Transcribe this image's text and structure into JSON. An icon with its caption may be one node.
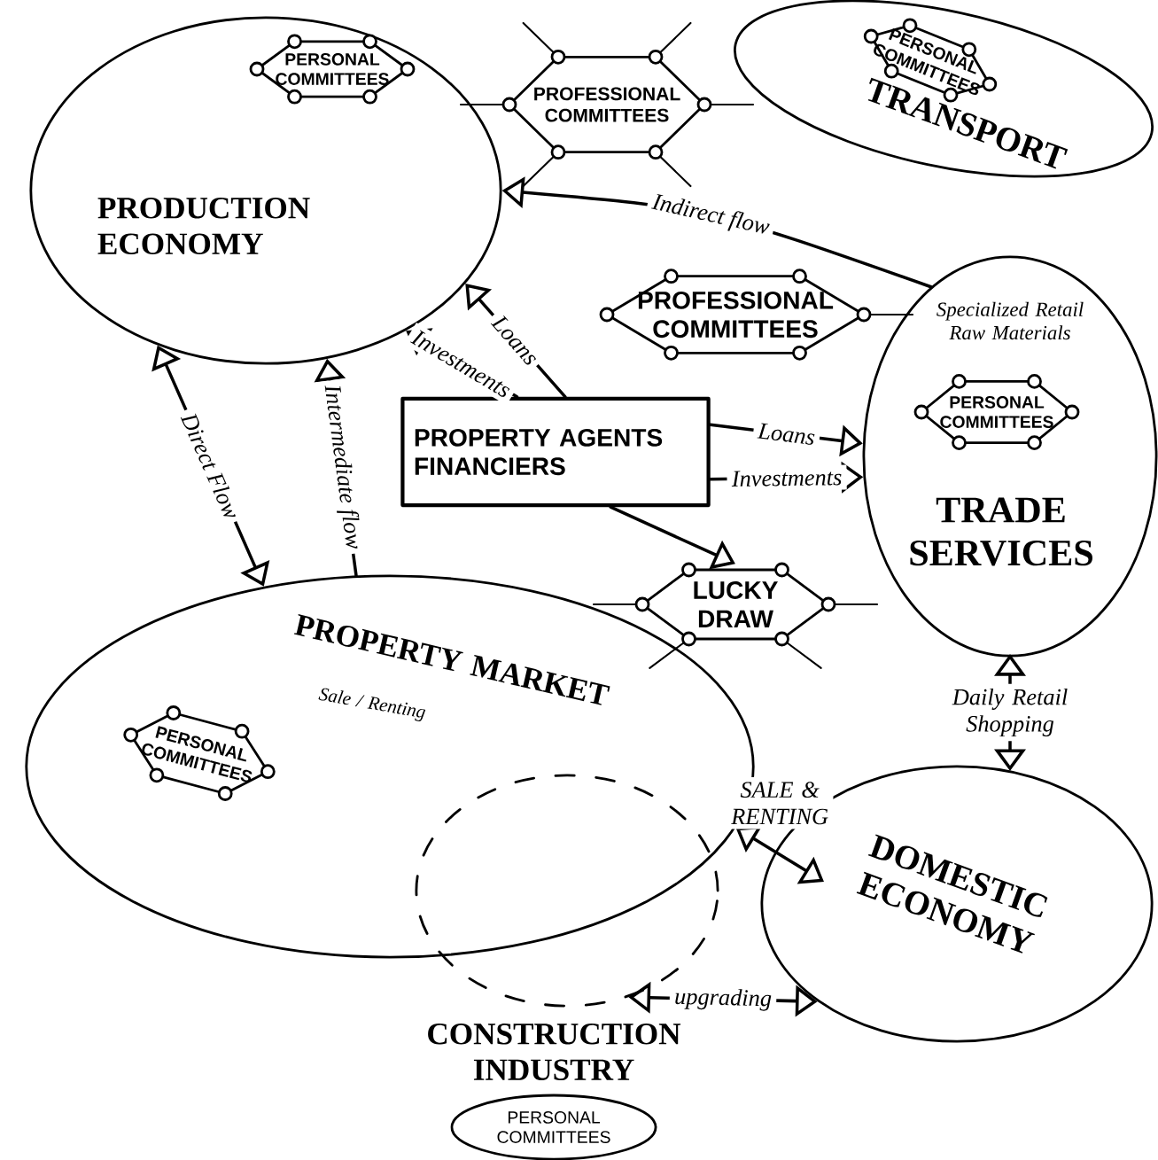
{
  "diagram": {
    "nodes": [
      {
        "text": [
          "PRODUCTION ECONOMY"
        ]
      },
      {
        "text": [
          "PERSONAL COMMITTEES"
        ],
        "in": 0
      },
      {
        "text": [
          "PROFESSIONAL COMMITTEES"
        ]
      },
      {
        "text": [
          "TRANSPORT"
        ]
      },
      {
        "text": [
          "PERSONAL COMMITTEES"
        ],
        "in": 3
      },
      {
        "text": [
          "PROFESSIONAL COMMITTEES"
        ]
      },
      {
        "text": [
          "Specialized Retail Raw Materials",
          "TRADE SERVICES"
        ]
      },
      {
        "text": [
          "PERSONAL COMMITTEES"
        ],
        "in": 6
      },
      {
        "text": [
          "PROPERTY AGENTS FINANCIERS"
        ]
      },
      {
        "text": [
          "LUCKY DRAW"
        ]
      },
      {
        "text": [
          "PROPERTY MARKET",
          "Sale / Renting"
        ]
      },
      {
        "text": [
          "PERSONAL COMMITTEES"
        ],
        "in": 10
      },
      {
        "text": [
          "DOMESTIC ECONOMY"
        ]
      },
      {
        "text": [
          "CONSTRUCTION INDUSTRY"
        ]
      },
      {
        "text": [
          "PERSONAL COMMITTEES"
        ]
      }
    ],
    "edges": [
      {
        "from": 0,
        "to": 10,
        "arrow": "both",
        "label": "Direct Flow"
      },
      {
        "from": 10,
        "to": 0,
        "arrow": "to",
        "label": "Intermediate flow"
      },
      {
        "from": 6,
        "to": 0,
        "arrow": "to",
        "label": "Indirect flow"
      },
      {
        "from": 8,
        "to": 0,
        "arrow": "to",
        "label": "Loans"
      },
      {
        "from": 8,
        "to": 0,
        "arrow": "to",
        "label": "Investments"
      },
      {
        "from": 8,
        "to": 6,
        "arrow": "to",
        "label": "Loans"
      },
      {
        "from": 8,
        "to": 6,
        "arrow": "to",
        "label": "Investments"
      },
      {
        "from": 8,
        "to": 9,
        "arrow": "to"
      },
      {
        "from": 10,
        "to": 12,
        "arrow": "both",
        "label": "SALE & RENTING"
      },
      {
        "from": 13,
        "to": 12,
        "arrow": "both",
        "label": "upgrading"
      },
      {
        "from": 12,
        "to": 6,
        "arrow": "both",
        "label": "Daily Retail Shopping"
      }
    ]
  }
}
